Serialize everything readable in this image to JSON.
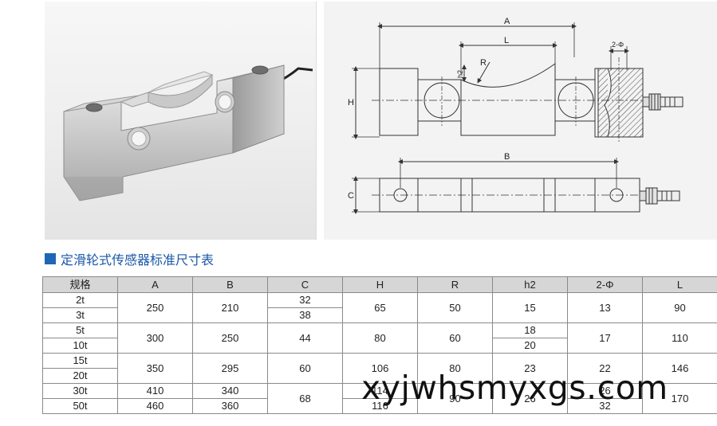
{
  "drawing": {
    "dim_A": "A",
    "dim_L": "L",
    "dim_R": "R",
    "dim_h2": "h2",
    "dim_H": "H",
    "dim_phi": "2-Φ",
    "dim_B": "B",
    "dim_C": "C"
  },
  "section": {
    "title": "定滑轮式传感器标准尺寸表"
  },
  "table": {
    "headers": [
      "规格",
      "A",
      "B",
      "C",
      "H",
      "R",
      "h2",
      "2-Φ",
      "L"
    ],
    "cells": {
      "spec_2t": "2t",
      "spec_3t": "3t",
      "spec_5t": "5t",
      "spec_10t": "10t",
      "spec_15t": "15t",
      "spec_20t": "20t",
      "spec_30t": "30t",
      "spec_50t": "50t",
      "g1": {
        "A": "250",
        "B": "210",
        "C1": "32",
        "C2": "38",
        "H": "65",
        "R": "50",
        "h2": "15",
        "phi": "13",
        "L": "90"
      },
      "g2": {
        "A": "300",
        "B": "250",
        "C": "44",
        "H": "80",
        "R": "60",
        "h2a": "18",
        "h2b": "20",
        "phi": "17",
        "L": "110"
      },
      "g3": {
        "A": "350",
        "B": "295",
        "C": "60",
        "H": "106",
        "R": "80",
        "h2": "23",
        "phi": "22",
        "L": "146"
      },
      "g4": {
        "A1": "410",
        "A2": "460",
        "B1": "340",
        "B2": "360",
        "C": "68",
        "H1": "114",
        "H2": "116",
        "R": "90",
        "h2": "26",
        "phi1": "26",
        "phi2": "32",
        "L": "170"
      }
    }
  },
  "watermark": {
    "text": "xyjwhsmyxgs.com"
  }
}
